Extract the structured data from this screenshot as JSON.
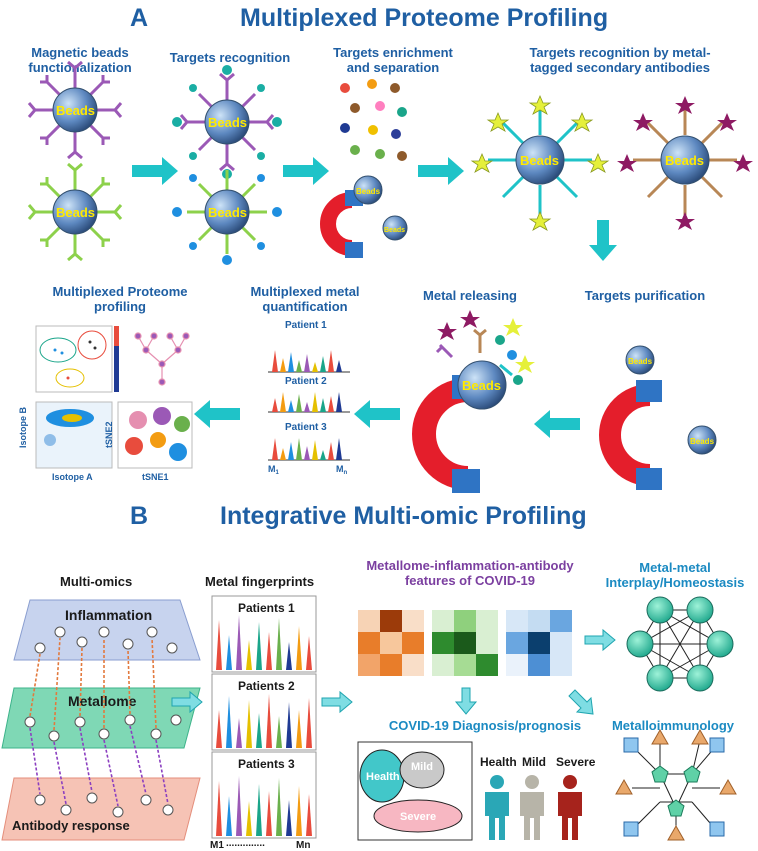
{
  "panel_a": {
    "letter": "A",
    "title": "Multiplexed Proteome Profiling",
    "steps": [
      "Magnetic beads\nfunctionalization",
      "Targets recognition",
      "Targets enrichment\nand separation",
      "Targets recognition by metal-\ntagged secondary antibodies",
      "Targets purification",
      "Metal releasing",
      "Multiplexed metal\nquantification",
      "Multiplexed Proteome\nprofiling"
    ],
    "bead_label": "Beads",
    "patients": [
      "Patient 1",
      "Patient 2",
      "Patient 3"
    ],
    "axis_start": "M",
    "axis_start_sub": "1",
    "axis_end": "M",
    "axis_end_sub": "n",
    "axis_labels": {
      "isotope_b": "Isotope B",
      "isotope_a": "Isotope A",
      "tsne2": "tSNE2",
      "tsne1": "tSNE1"
    }
  },
  "panel_b": {
    "letter": "B",
    "title": "Integrative Multi-omic Profiling",
    "multi_omics": "Multi-omics",
    "layers": [
      "Inflammation",
      "Metallome",
      "Antibody response"
    ],
    "fingerprints_title": "Metal fingerprints",
    "fingerprint_patients": [
      "Patients 1",
      "Patients 2",
      "Patients 3"
    ],
    "fingerprint_axis": {
      "start": "M1",
      "dots": "..............",
      "end": "Mn"
    },
    "features_title": "Metallome-inflammation-antibody\nfeatures of COVID-19",
    "diagnosis_title": "COVID-19 Diagnosis/prognosis",
    "groups": [
      "Health",
      "Mild",
      "Severe"
    ],
    "interplay_title": "Metal-metal\nInterplay/Homeostasis",
    "metalloimmunology": "Metalloimmunology"
  },
  "colors": {
    "title_blue": "#1f5fa3",
    "features_purple": "#7b3fa0",
    "teal_arrow": "#1fc3c8",
    "bead_yellow": "#ffea00",
    "magnet_red": "#e41e2b",
    "magnet_blue": "#2f74c4"
  }
}
